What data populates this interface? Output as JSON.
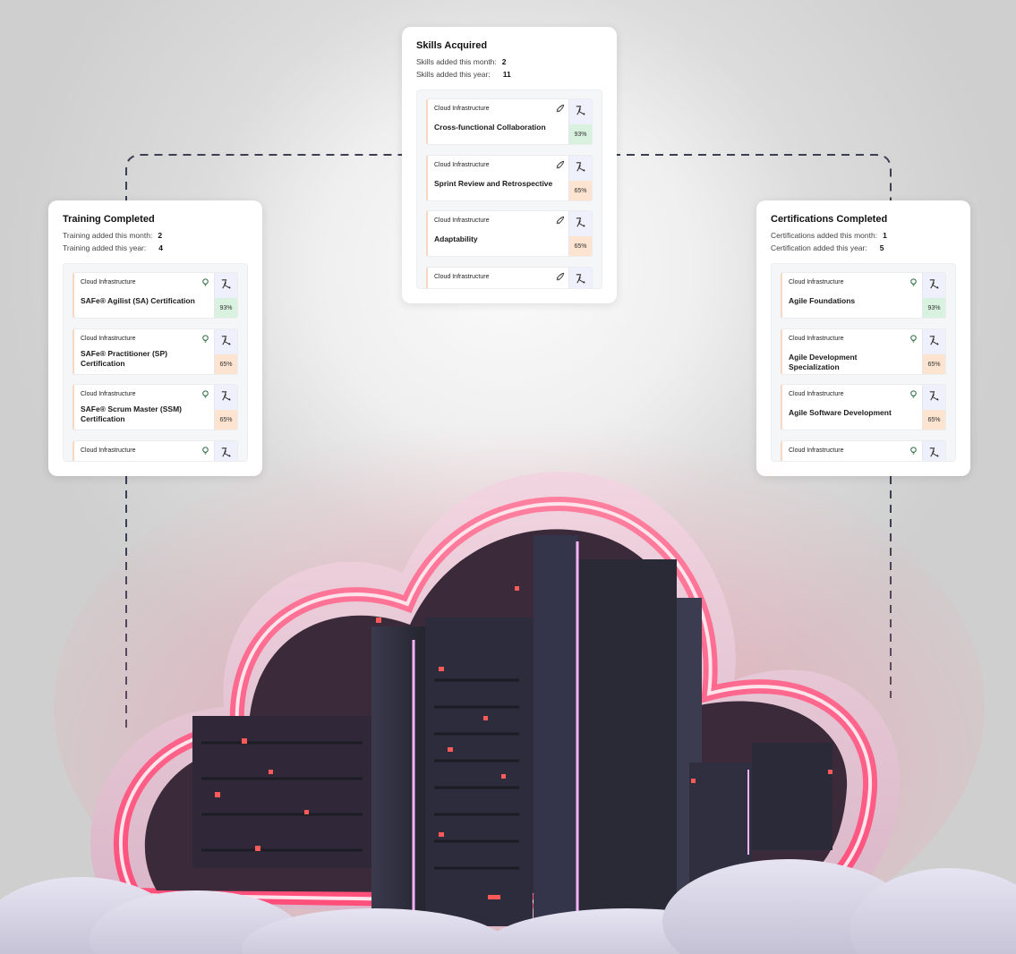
{
  "colors": {
    "green_score": "#d8f2df",
    "peach_score": "#fce4d1",
    "item_accent": "#f6d8c2",
    "side_panel": "#eef0fb",
    "cloud_glow": "#ff5f86",
    "server_dark": "#2c2c3d",
    "connector": "#3c3e52"
  },
  "skills": {
    "title": "Skills Acquired",
    "month_label": "Skills added this month:",
    "month_value": "2",
    "year_label": "Skills added this year:",
    "year_value": "11",
    "items": [
      {
        "category": "Cloud Infrastructure",
        "name": "Cross-functional Collaboration",
        "score": "93%",
        "score_level": "green",
        "icon": "rocket-icon"
      },
      {
        "category": "Cloud Infrastructure",
        "name": "Sprint Review and Retrospective",
        "score": "65%",
        "score_level": "peach",
        "icon": "rocket-icon"
      },
      {
        "category": "Cloud Infrastructure",
        "name": "Adaptability",
        "score": "65%",
        "score_level": "peach",
        "icon": "rocket-icon"
      },
      {
        "category": "Cloud Infrastructure",
        "name": "",
        "score": "",
        "score_level": "",
        "icon": "rocket-icon"
      }
    ]
  },
  "training": {
    "title": "Training Completed",
    "month_label": "Training added this month:",
    "month_value": "2",
    "year_label": "Training added this year:",
    "year_value": "4",
    "items": [
      {
        "category": "Cloud Infrastructure",
        "name": "SAFe® Agilist (SA) Certification",
        "score": "93%",
        "score_level": "green",
        "icon": "bulb-icon"
      },
      {
        "category": "Cloud Infrastructure",
        "name": "SAFe® Practitioner (SP) Certification",
        "score": "65%",
        "score_level": "peach",
        "icon": "bulb-icon"
      },
      {
        "category": "Cloud Infrastructure",
        "name": "SAFe® Scrum Master (SSM) Certification",
        "score": "65%",
        "score_level": "peach",
        "icon": "bulb-icon"
      },
      {
        "category": "Cloud Infrastructure",
        "name": "",
        "score": "",
        "score_level": "",
        "icon": "bulb-icon"
      }
    ]
  },
  "certifications": {
    "title": "Certifications Completed",
    "month_label": "Certifications added this month:",
    "month_value": "1",
    "year_label": "Certification added this year:",
    "year_value": "5",
    "items": [
      {
        "category": "Cloud Infrastructure",
        "name": "Agile Foundations",
        "score": "93%",
        "score_level": "green",
        "icon": "bulb-icon"
      },
      {
        "category": "Cloud Infrastructure",
        "name": "Agile Development Specialization",
        "score": "65%",
        "score_level": "peach",
        "icon": "bulb-icon"
      },
      {
        "category": "Cloud Infrastructure",
        "name": "Agile Software Development",
        "score": "65%",
        "score_level": "peach",
        "icon": "bulb-icon"
      },
      {
        "category": "Cloud Infrastructure",
        "name": "",
        "score": "",
        "score_level": "",
        "icon": "bulb-icon"
      }
    ]
  }
}
